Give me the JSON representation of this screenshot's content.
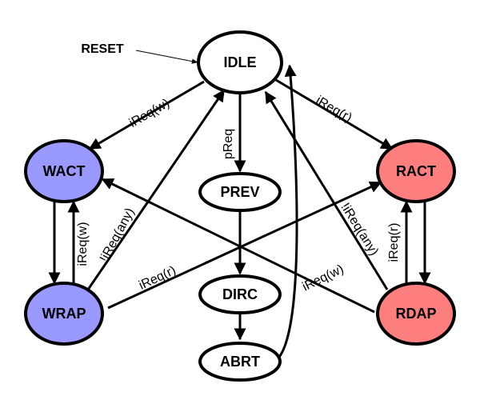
{
  "colors": {
    "wact_fill": "#9999ff",
    "wrap_fill": "#9999ff",
    "ract_fill": "#ff7f7f",
    "rdap_fill": "#ff7f7f",
    "default_fill": "#ffffff",
    "stroke": "#000000"
  },
  "nodes": {
    "idle": "IDLE",
    "prev": "PREV",
    "dirc": "DIRC",
    "abrt": "ABRT",
    "wact": "WACT",
    "wrap": "WRAP",
    "ract": "RACT",
    "rdap": "RDAP"
  },
  "reset_label": "RESET",
  "edges": {
    "idle_to_wact": "iReq(w)",
    "idle_to_ract": "iReq(r)",
    "idle_to_prev": "pReq",
    "wrap_to_wact": "iReq(w)",
    "wrap_to_idle": "!iReq(any)",
    "wrap_to_ract": "iReq(r)",
    "rdap_to_ract": "iReq(r)",
    "rdap_to_idle": "!iReq(any)",
    "rdap_to_wact": "iReq(w)"
  }
}
